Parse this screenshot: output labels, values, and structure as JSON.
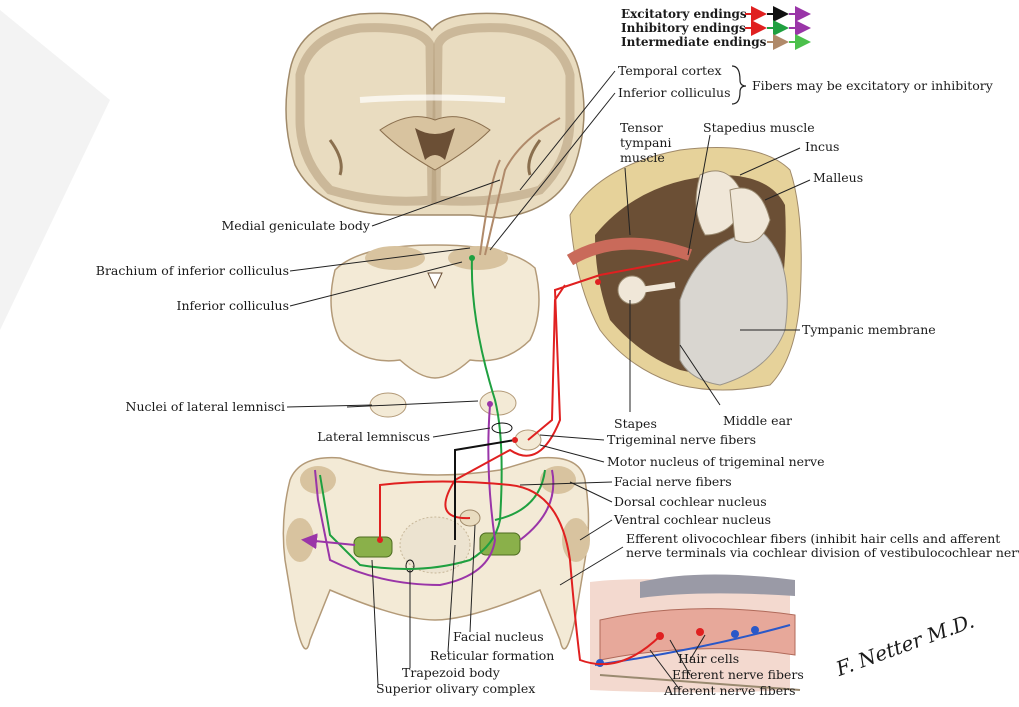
{
  "legend": {
    "excitatory": "Excitatory endings",
    "inhibitory": "Inhibitory endings",
    "intermediate": "Intermediate endings"
  },
  "labels": {
    "temporal_cortex": "Temporal cortex",
    "inferior_colliculus_top": "Inferior colliculus",
    "fibers_note": "Fibers may be excitatory or inhibitory",
    "tensor_tympani_1": "Tensor",
    "tensor_tympani_2": "tympani",
    "tensor_tympani_3": "muscle",
    "stapedius": "Stapedius muscle",
    "incus": "Incus",
    "malleus": "Malleus",
    "medial_geniculate": "Medial geniculate body",
    "brachium": "Brachium of inferior colliculus",
    "inferior_colliculus": "Inferior colliculus",
    "tympanic_membrane": "Tympanic membrane",
    "nuclei_lateral_lemnisci": "Nuclei of lateral lemnisci",
    "stapes": "Stapes",
    "middle_ear": "Middle ear",
    "lateral_lemniscus": "Lateral lemniscus",
    "trigeminal_fibers": "Trigeminal nerve fibers",
    "motor_nucleus": "Motor nucleus of trigeminal nerve",
    "facial_fibers": "Facial nerve fibers",
    "dorsal_cochlear": "Dorsal cochlear nucleus",
    "ventral_cochlear": "Ventral cochlear nucleus",
    "efferent_1": "Efferent olivocochlear fibers (inhibit hair cells and afferent",
    "efferent_2": "nerve terminals via cochlear division of vestibulocochlear nerve)",
    "facial_nucleus": "Facial nucleus",
    "reticular_formation": "Reticular formation",
    "trapezoid_body": "Trapezoid body",
    "superior_olivary": "Superior olivary complex",
    "hair_cells": "Hair cells",
    "efferent_nerve_fibers": "Efferent nerve fibers",
    "afferent_nerve_fibers": "Afferent nerve fibers"
  },
  "colors": {
    "excitatory": [
      "#e02020",
      "#111111",
      "#9a35a8"
    ],
    "inhibitory": [
      "#e02020",
      "#1fa040",
      "#9a35a8"
    ],
    "intermediate": [
      "#b08a6a",
      "#4cc04c"
    ]
  },
  "signature": "F. Netter M.D."
}
